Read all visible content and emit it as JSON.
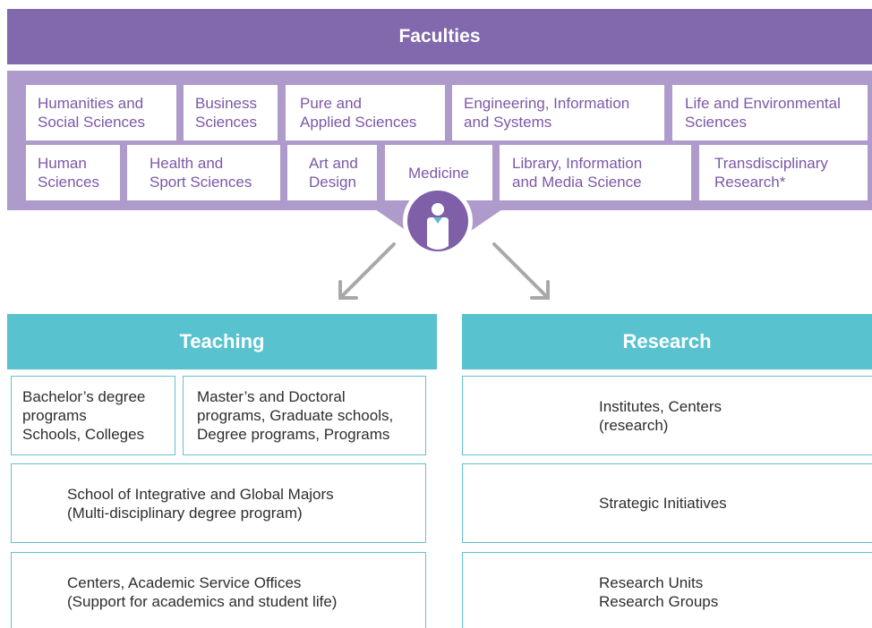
{
  "faculties": {
    "title": "Faculties",
    "row1": [
      {
        "line1": "Humanities and",
        "line2": "Social Sciences"
      },
      {
        "line1": "Business",
        "line2": "Sciences"
      },
      {
        "line1": "Pure and",
        "line2": "Applied Sciences"
      },
      {
        "line1": "Engineering, Information",
        "line2": "and Systems"
      },
      {
        "line1": "Life and Environmental",
        "line2": "Sciences"
      }
    ],
    "row2": [
      {
        "line1": "Human",
        "line2": "Sciences"
      },
      {
        "line1": "Health and",
        "line2": "Sport Sciences"
      },
      {
        "line1": "Art and",
        "line2": "Design"
      },
      {
        "line1": "Medicine",
        "line2": ""
      },
      {
        "line1": "Library, Information",
        "line2": "and Media Science"
      },
      {
        "line1": "Transdisciplinary",
        "line2": "Research*"
      }
    ]
  },
  "teaching": {
    "title": "Teaching",
    "bachelor": {
      "line1": "Bachelor’s degree",
      "line2": "programs",
      "line3": "Schools, Colleges"
    },
    "graduate": {
      "line1": "Master’s and Doctoral",
      "line2": "programs, Graduate schools,",
      "line3": "Degree programs, Programs"
    },
    "integrative": {
      "line1": "School of Integrative and Global Majors",
      "line2": "(Multi-disciplinary degree program)"
    },
    "centers": {
      "line1": "Centers, Academic Service Offices",
      "line2": "(Support for academics and student life)"
    }
  },
  "research": {
    "title": "Research",
    "institutes": {
      "line1": "Institutes, Centers",
      "line2": "(research)"
    },
    "strategic": {
      "line1": "Strategic Initiatives"
    },
    "units": {
      "line1": "Research Units",
      "line2": "Research Groups"
    }
  },
  "colors": {
    "faculty_purple": "#8268ad",
    "faculty_light": "#ae9bcb",
    "faculty_text": "#7b58a8",
    "teal": "#58c2cf",
    "arrow_gray": "#a8a8a8"
  },
  "icons": [
    "person-icon",
    "arrow-left-down-icon",
    "arrow-right-down-icon"
  ]
}
